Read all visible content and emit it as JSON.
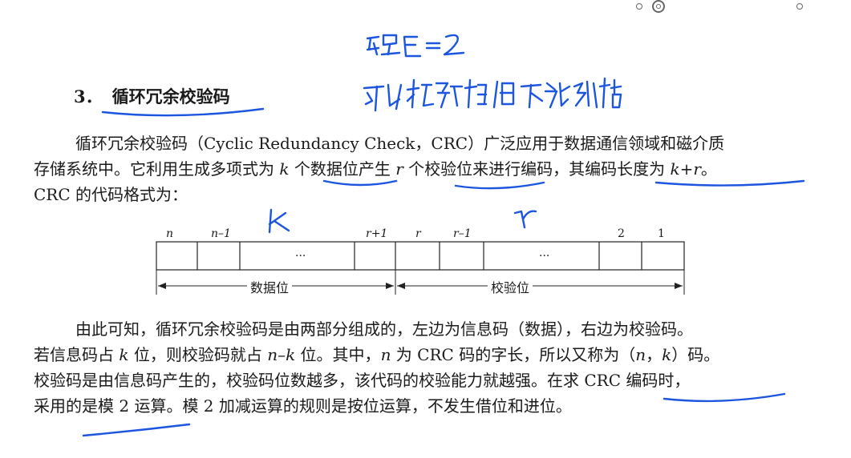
{
  "toolbar": {
    "icons": [
      "dot-icon",
      "target-icon",
      "dot-icon"
    ]
  },
  "heading": {
    "number": "3．",
    "title": "循环冗余校验码"
  },
  "para1": {
    "line1": "循环冗余校验码（Cyclic Redundancy Check，CRC）广泛应用于数据通信领域和磁介质",
    "line2_a": "存储系统中。它利用生成多项式为 ",
    "line2_k": "k",
    "line2_b": " 个数据位产生 ",
    "line2_r": "r",
    "line2_c": " 个校验位来进行编码，其编码长度为 ",
    "line2_kr": "k+r",
    "line2_d": "。",
    "line3": "CRC 的代码格式为："
  },
  "diagram": {
    "bit_labels": [
      "n",
      "n–1",
      "r+1",
      "r",
      "r–1",
      "2",
      "1"
    ],
    "ellipsis": "···",
    "data_label": "数据位",
    "check_label": "校验位"
  },
  "para2": {
    "line1": "由此可知，循环冗余校验码是由两部分组成的，左边为信息码（数据），右边为校验码。",
    "line2_a": "若信息码占 ",
    "line2_k": "k",
    "line2_b": " 位，则校验码就占 ",
    "line2_nk": "n–k",
    "line2_c": " 位。其中，",
    "line2_n": "n",
    "line2_d": " 为 CRC 码的字长，所以又称为（",
    "line2_n2": "n",
    "line2_e": "，",
    "line2_k2": "k",
    "line2_f": "）码。",
    "line3": "校验码是由信息码产生的，校验码位数越多，该代码的校验能力就越强。在求 CRC 编码时，",
    "line4": "采用的是模 2 运算。模 2 加减运算的规则是按位运算，不发生借位和进位。"
  },
  "handwriting": {
    "note1": "码距=2",
    "note2": "可以校验错 但不能纠错",
    "k": "k",
    "r": "r",
    "color": "#1b55e0"
  }
}
